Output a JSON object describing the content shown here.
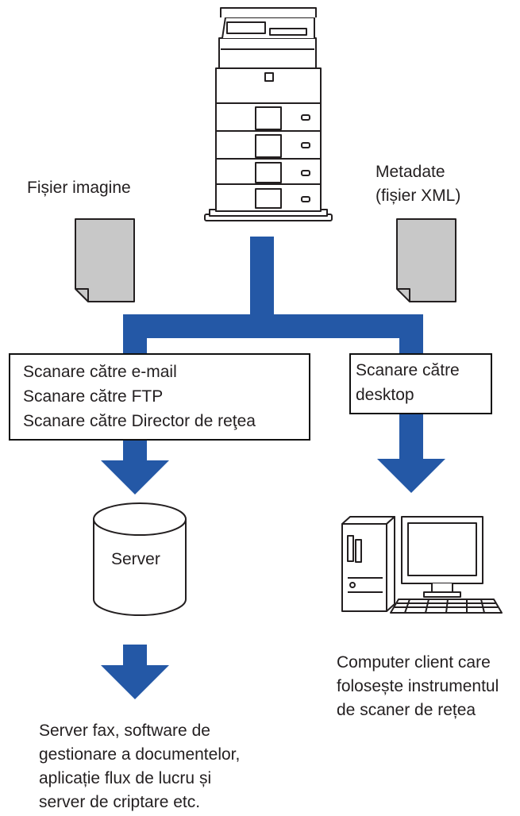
{
  "labels": {
    "image_file": "Fișier imagine",
    "metadata_line1": "Metadate",
    "metadata_line2": "(fișier XML)",
    "server": "Server",
    "client_line1": "Computer client care",
    "client_line2": "folosește instrumentul",
    "client_line3": "de scaner de rețea",
    "bottom_line1": "Server fax, software de",
    "bottom_line2": "gestionare a documentelor,",
    "bottom_line3": "aplicație flux de lucru și",
    "bottom_line4": "server de criptare etc."
  },
  "left_box": {
    "line1": "Scanare către e-mail",
    "line2": "Scanare către FTP",
    "line3": "Scanare către Director de reţea"
  },
  "right_box": {
    "line1": "Scanare către",
    "line2": "desktop"
  },
  "colors": {
    "arrow": "#2458a6",
    "document": "#c8c8c8",
    "outline": "#231f20"
  }
}
